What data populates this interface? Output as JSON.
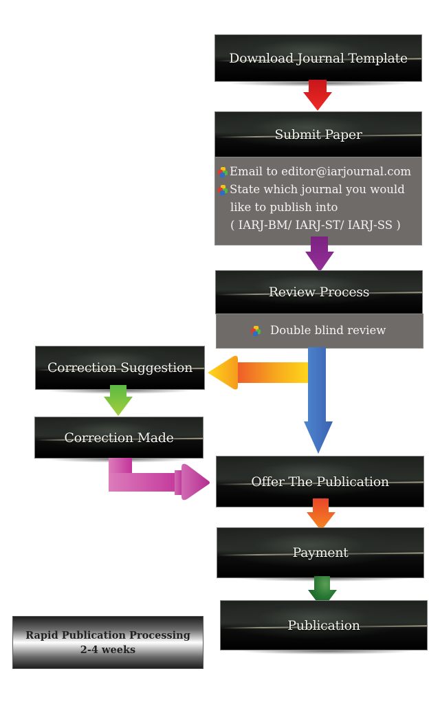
{
  "steps": {
    "download_template": "Download Journal Template",
    "submit_paper": "Submit Paper",
    "submit_details": [
      "Email to editor@iarjournal.com",
      "State which journal you would",
      "like to publish into",
      "( IARJ-BM/ IARJ-ST/ IARJ-SS )"
    ],
    "review_process": "Review Process",
    "review_details": "Double blind review",
    "correction_suggestion": "Correction Suggestion",
    "correction_made": "Correction Made",
    "offer_publication": "Offer The Publication",
    "payment": "Payment",
    "publication": "Publication"
  },
  "note": {
    "line1": "Rapid Publication Processing",
    "line2": "2-4 weeks"
  },
  "icons": {
    "bullet": "colored-cubes-icon"
  },
  "arrow_colors": {
    "download_to_submit": "#e3201f",
    "submit_to_review": "#8e2a8d",
    "review_to_offer": "#3f6fbf",
    "review_to_correction": [
      "#f6a81c",
      "#ffd41a"
    ],
    "suggestion_to_made": "#7fc63f",
    "made_to_offer": "#c9409c",
    "offer_to_payment": "#ef5a23",
    "payment_to_publication": "#1f6b2c"
  }
}
